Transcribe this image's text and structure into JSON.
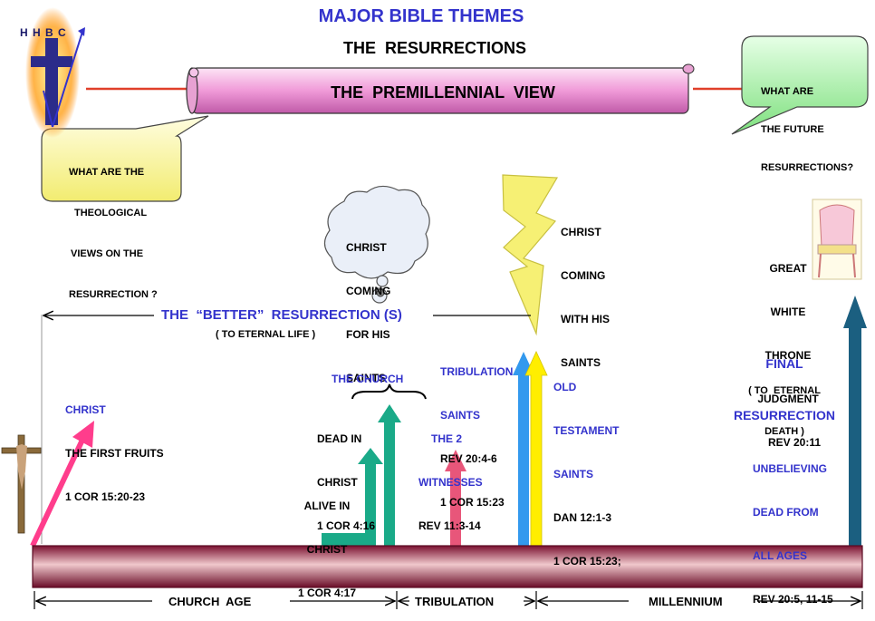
{
  "header": {
    "title": "MAJOR BIBLE THEMES",
    "subtitle": "THE  RESURRECTIONS",
    "scroll_label": "THE  PREMILLENNIAL  VIEW"
  },
  "logo": {
    "letters": "H H B C"
  },
  "bubbles": {
    "left": [
      "WHAT ARE THE",
      "THEOLOGICAL",
      "VIEWS ON THE",
      "RESURRECTION ?"
    ],
    "right": [
      "WHAT ARE",
      "THE FUTURE",
      "RESURRECTIONS?"
    ],
    "cloud": [
      "CHRIST",
      "COMING",
      "FOR HIS",
      "SAINTS"
    ]
  },
  "lightning": {
    "label": [
      "CHRIST",
      "COMING",
      "WITH HIS",
      "SAINTS"
    ]
  },
  "better_resurrection": {
    "label": "THE  “BETTER”  RESURRECTION (S)",
    "sublabel": "( TO ETERNAL LIFE )"
  },
  "events": {
    "christ": {
      "title": "CHRIST",
      "lines": [
        "THE FIRST FRUITS",
        "1 COR 15:20-23"
      ]
    },
    "church": {
      "title": "THE CHURCH"
    },
    "dead_in_christ": {
      "lines": [
        "DEAD IN",
        "CHRIST",
        "1 COR 4:16"
      ]
    },
    "alive_in_christ": {
      "lines": [
        "ALIVE IN",
        "CHRIST",
        "1 COR 4:17"
      ]
    },
    "two_witnesses": {
      "title": [
        "THE 2",
        "WITNESSES"
      ],
      "ref": "REV 11:3-14"
    },
    "tribulation_saints": {
      "title": [
        "TRIBULATION",
        "SAINTS"
      ],
      "refs": [
        "REV 20:4-6",
        "1 COR 15:23"
      ]
    },
    "ot_saints": {
      "title": [
        "OLD",
        "TESTAMENT",
        "SAINTS"
      ],
      "refs": [
        "DAN 12:1-3",
        "1 COR 15:23;"
      ]
    },
    "great_white_throne": {
      "lines": [
        "GREAT",
        "WHITE",
        "THRONE",
        "JUDGMENT",
        "REV 20:11"
      ]
    },
    "final_resurrection": {
      "title": [
        "FINAL",
        "RESURRECTION"
      ],
      "sub": [
        "( TO  ETERNAL",
        "DEATH )"
      ]
    },
    "unbelieving_dead": {
      "title": [
        "UNBELIEVING",
        "DEAD FROM",
        "ALL AGES"
      ],
      "ref": "REV 20:5, 11-15"
    }
  },
  "timeline": {
    "periods": [
      "CHURCH  AGE",
      "TRIBULATION",
      "MILLENNIUM"
    ]
  },
  "colors": {
    "title_blue": "#3333cc",
    "scroll_pink": "#f2a8e0",
    "timeline_maroon": "#8b1e3f",
    "christ_arrow": "#ff3d8c",
    "church_arrow": "#1aaa88",
    "witness_arrow": "#e8567a",
    "trib_arrow": "#3399ee",
    "ot_arrow": "#ffee00",
    "final_arrow": "#1b5f80"
  }
}
